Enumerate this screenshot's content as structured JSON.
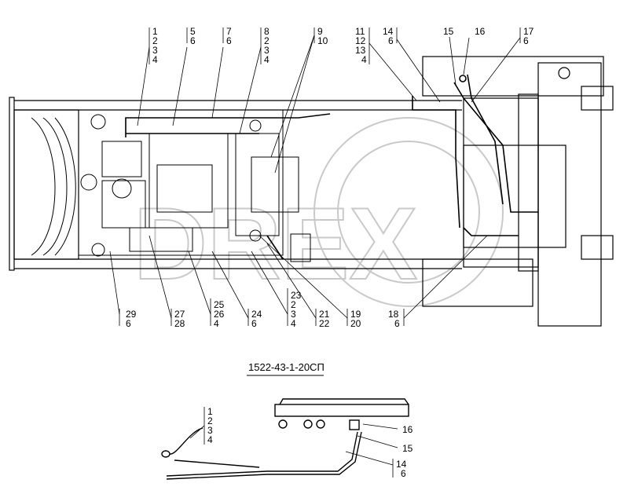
{
  "drawing_number": "1522-43-1-20СП",
  "watermark": "DREX",
  "colors": {
    "line": "#000000",
    "watermark": "#c9c9c9"
  },
  "callouts_top": [
    [
      "1",
      "2",
      "3",
      "4"
    ],
    [
      "5",
      "6"
    ],
    [
      "7",
      "6"
    ],
    [
      "8",
      "2",
      "3",
      "4"
    ],
    [
      "9",
      "10"
    ],
    [
      "11",
      "12",
      "13",
      "4"
    ],
    [
      "14",
      "6"
    ],
    [
      "15"
    ],
    [
      "16"
    ],
    [
      "17",
      "6"
    ]
  ],
  "callouts_bottom": [
    [
      "29",
      "6"
    ],
    [
      "27",
      "28"
    ],
    [
      "25",
      "26",
      "4"
    ],
    [
      "24",
      "6"
    ],
    [
      "23",
      "2",
      "3",
      "4"
    ],
    [
      "21",
      "22"
    ],
    [
      "19",
      "20"
    ],
    [
      "18",
      "6"
    ]
  ],
  "detail_callouts": [
    [
      "1",
      "2",
      "3",
      "4"
    ],
    [
      "16"
    ],
    [
      "15"
    ],
    [
      "14",
      "6"
    ]
  ]
}
